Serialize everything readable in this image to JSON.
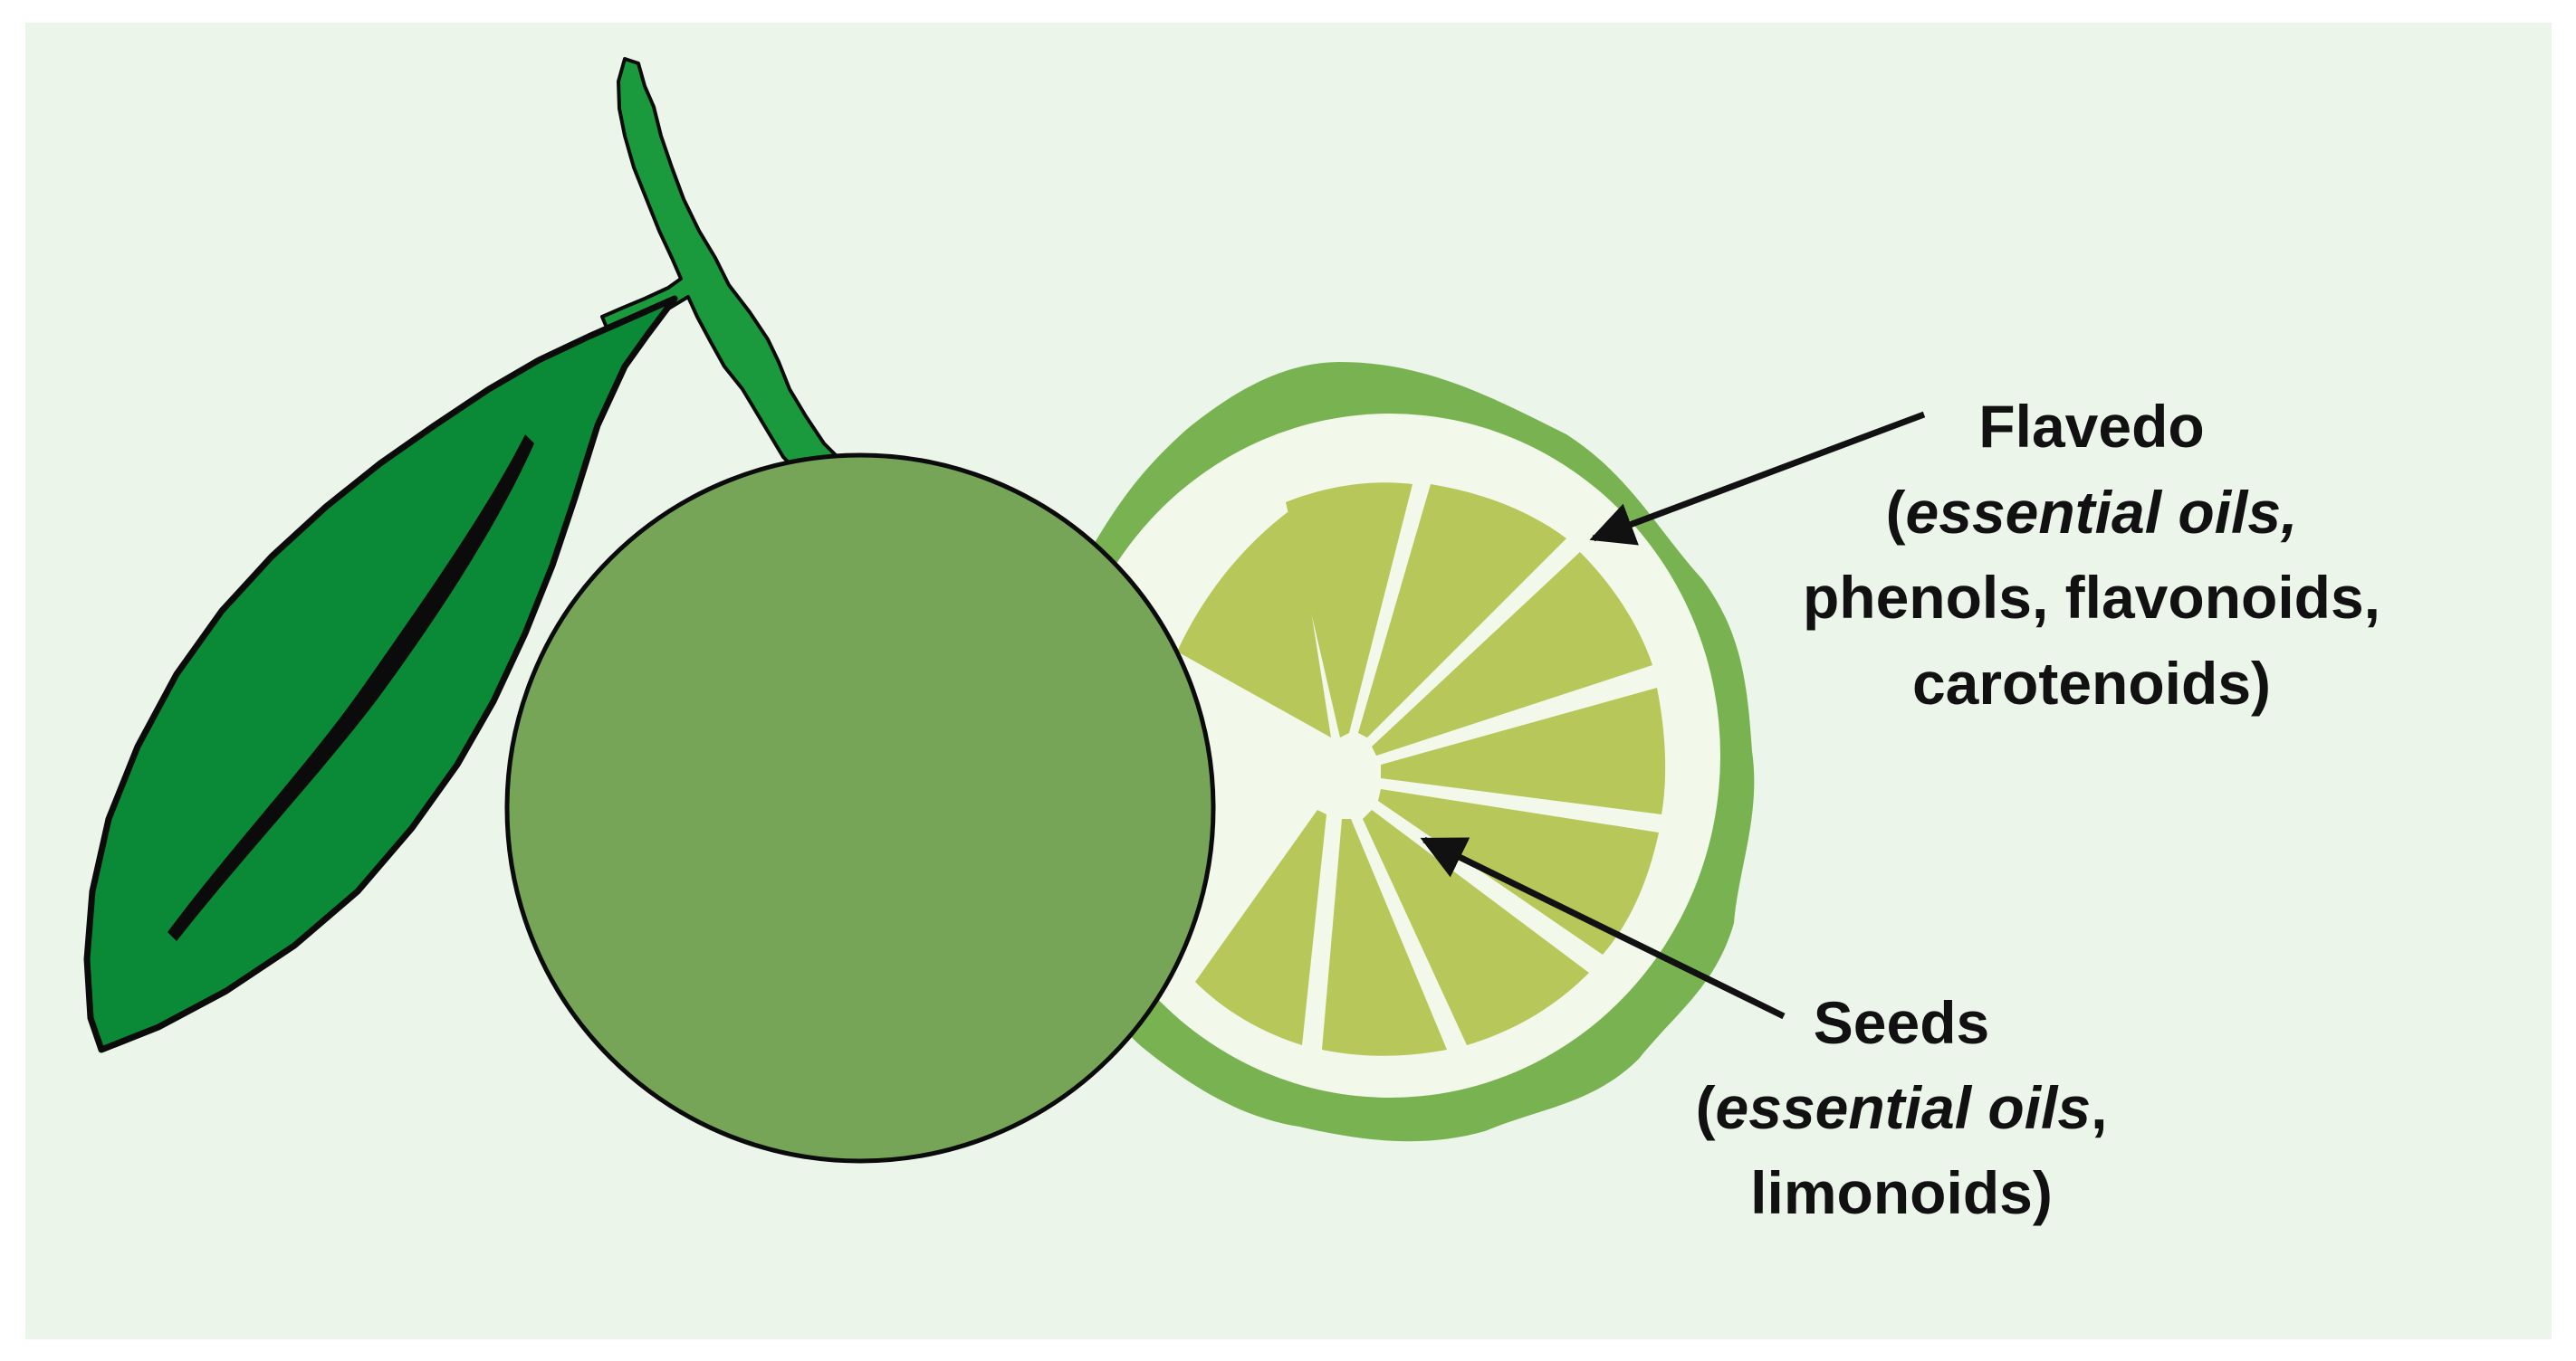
{
  "colors": {
    "background": "#ebf5ea",
    "leaf": "#0a8a36",
    "leaf_outline": "#0b0b0b",
    "stem": "#1a9a3c",
    "fruit": "#76a558",
    "rind": "#79b351",
    "albedo": "#f2f8ea",
    "segment": "#b8c75a",
    "arrow": "#111111"
  },
  "labels": {
    "flavedo": {
      "name": "Flavedo",
      "open": "(",
      "oils": "essential oils,",
      "line3": "phenols, flavonoids,",
      "line4": "carotenoids)"
    },
    "seeds": {
      "name": "Seeds",
      "open": "(",
      "oils": "essential oils",
      "comma": ",",
      "line3": "limonoids)"
    }
  }
}
